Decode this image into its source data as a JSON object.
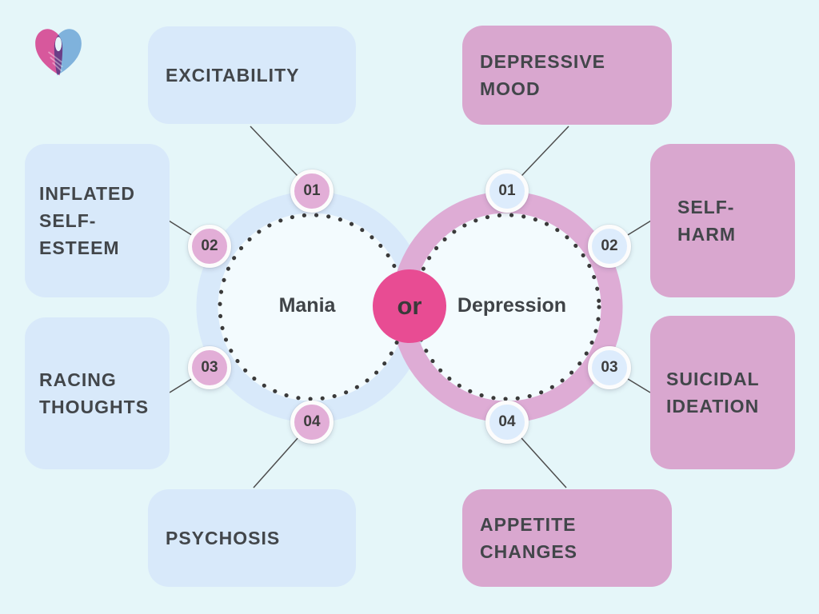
{
  "colors": {
    "background": "#e5f6f9",
    "blue_ring": "#d8e9fa",
    "blue_box": "#d8e9fa",
    "blue_badge": "#ddecfc",
    "pink_ring": "#deacd5",
    "pink_box": "#d9a7cf",
    "pink_badge": "#e2aed7",
    "accent_pink": "#e84c93",
    "inner_fill": "#f3fbfe",
    "dot_color": "#3a3a3a",
    "line_color": "#4d4d4d",
    "text_dark": "#42464a",
    "logo_pink": "#d7589c",
    "logo_blue": "#7fb2dc"
  },
  "logo": {
    "name": "hands-heart-logo"
  },
  "center": {
    "or_label": "or"
  },
  "sides": {
    "mania": {
      "label": "Mania",
      "items": [
        {
          "num": "01",
          "label": "EXCITABILITY"
        },
        {
          "num": "02",
          "label": "INFLATED\nSELF-\nESTEEM"
        },
        {
          "num": "03",
          "label": "RACING\nTHOUGHTS"
        },
        {
          "num": "04",
          "label": "PSYCHOSIS"
        }
      ]
    },
    "depression": {
      "label": "Depression",
      "items": [
        {
          "num": "01",
          "label": "DEPRESSIVE\nMOOD"
        },
        {
          "num": "02",
          "label": "SELF-\nHARM"
        },
        {
          "num": "03",
          "label": "SUICIDAL\nIDEATION"
        },
        {
          "num": "04",
          "label": "APPETITE\nCHANGES"
        }
      ]
    }
  }
}
